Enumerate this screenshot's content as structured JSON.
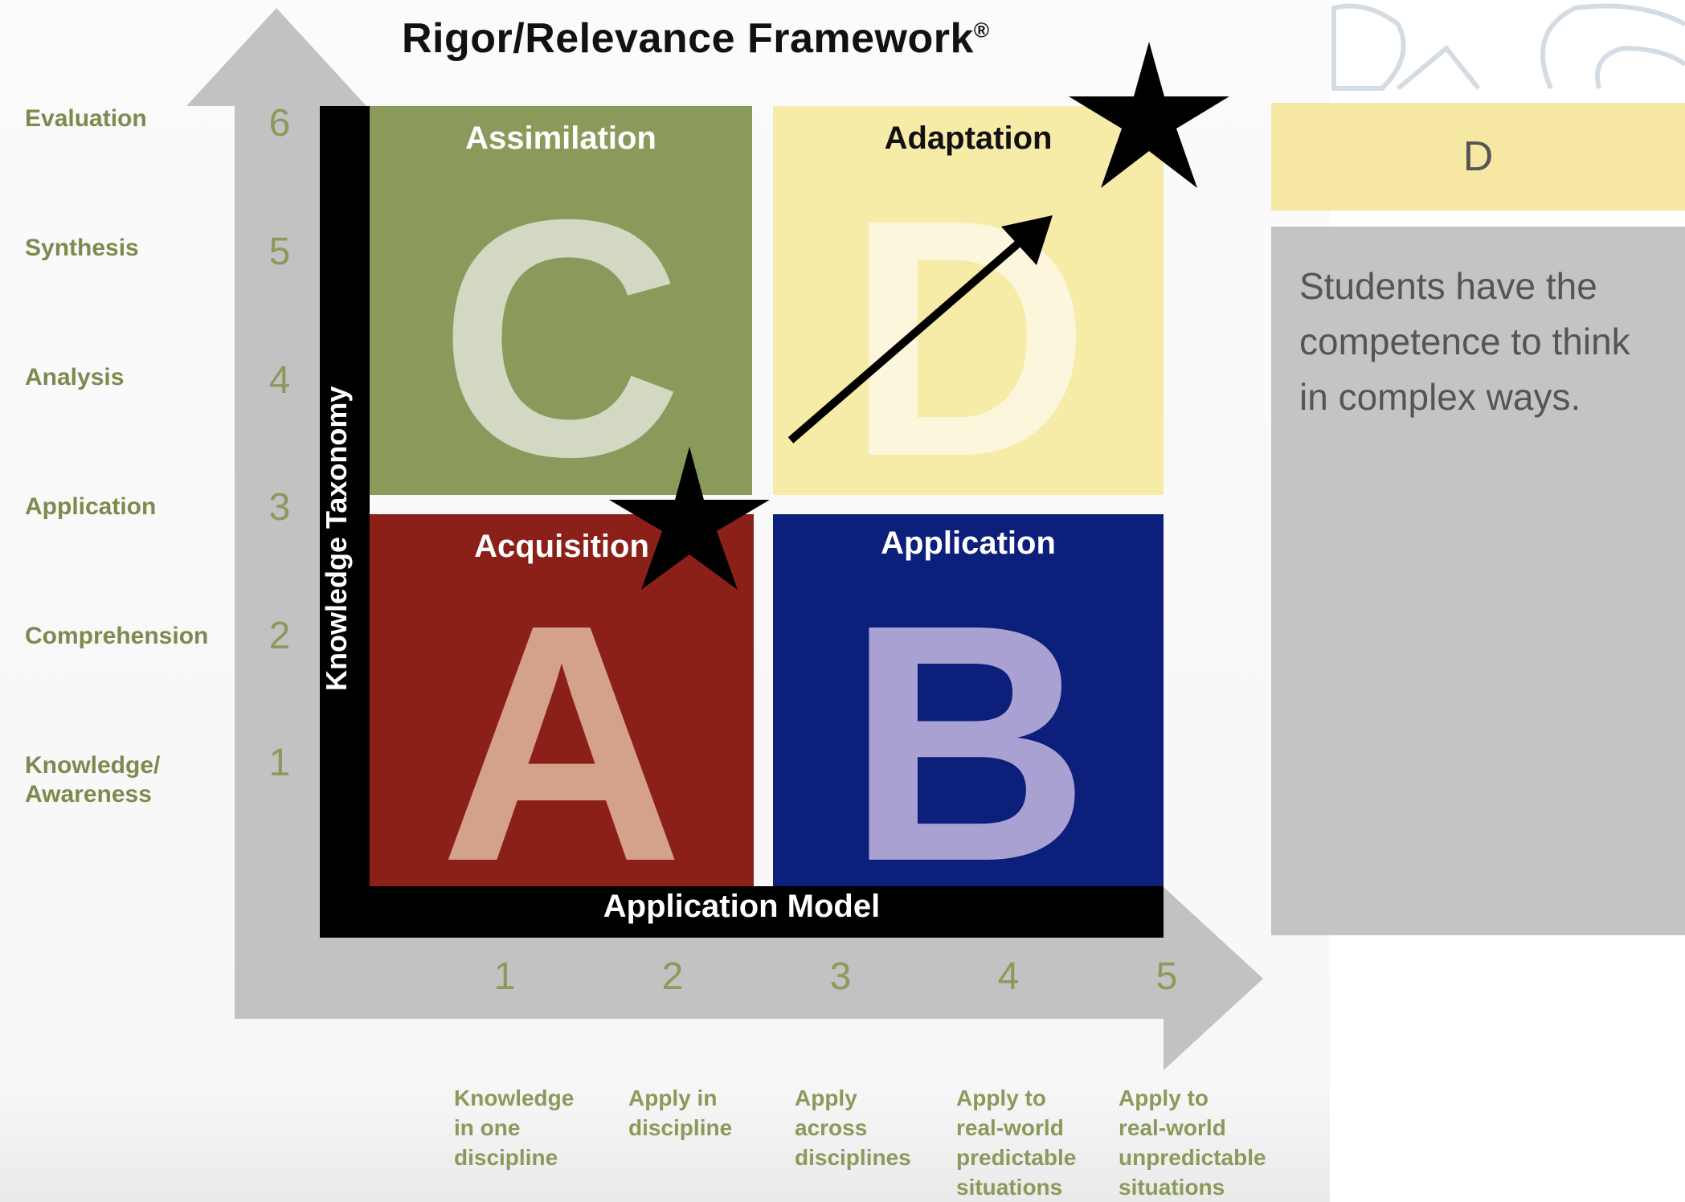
{
  "title": "Rigor/Relevance Framework",
  "title_mark": "®",
  "y_axis": {
    "label": "Knowledge Taxonomy",
    "levels": [
      {
        "num": "6",
        "name": "Evaluation"
      },
      {
        "num": "5",
        "name": "Synthesis"
      },
      {
        "num": "4",
        "name": "Analysis"
      },
      {
        "num": "3",
        "name": "Application"
      },
      {
        "num": "2",
        "name": "Comprehension"
      },
      {
        "num": "1",
        "name": "Knowledge/\nAwareness"
      }
    ]
  },
  "x_axis": {
    "label": "Application Model",
    "levels": [
      {
        "num": "1",
        "desc": "Knowledge\nin one\ndiscipline"
      },
      {
        "num": "2",
        "desc": "Apply in\ndiscipline"
      },
      {
        "num": "3",
        "desc": "Apply\nacross\ndisciplines"
      },
      {
        "num": "4",
        "desc": "Apply to\nreal-world\npredictable\nsituations"
      },
      {
        "num": "5",
        "desc": "Apply to\nreal-world\nunpredictable\nsituations"
      }
    ]
  },
  "quadrants": {
    "c": {
      "title": "Assimilation",
      "letter": "C"
    },
    "d": {
      "title": "Adaptation",
      "letter": "D"
    },
    "a": {
      "title": "Acquisition",
      "letter": "A"
    },
    "b": {
      "title": "Application",
      "letter": "B"
    }
  },
  "panel": {
    "heading": "D",
    "text": "Students have the competence to think in complex ways."
  },
  "colors": {
    "quadrant_c": "#8a9a5b",
    "quadrant_d": "#f7eba8",
    "quadrant_a": "#8b2019",
    "quadrant_b": "#0c1f7a",
    "axis_gray": "#c2c2c2",
    "axis_text_green": "#8a9a5b"
  }
}
